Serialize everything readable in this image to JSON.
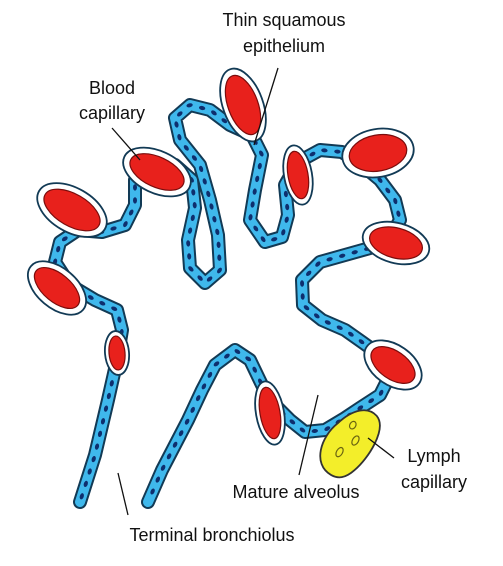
{
  "colors": {
    "epithelium": "#3fb8ec",
    "epithelium_outline": "#123a55",
    "nucleus": "#0e2f6e",
    "blood_capillary": "#e8211c",
    "red_blood_cell_outline": "#7a0d0d",
    "lymph_capillary": "#f3ee2a",
    "label_text": "#111111",
    "leader_line": "#111111",
    "background": "#ffffff"
  },
  "labels": {
    "thin_squamous_line1": "Thin squamous",
    "thin_squamous_line2": "epithelium",
    "blood_capillary_line1": "Blood",
    "blood_capillary_line2": "capillary",
    "lymph_capillary_line1": "Lymph",
    "lymph_capillary_line2": "capillary",
    "mature_alveolus": "Mature alveolus",
    "terminal_bronchiolus": "Terminal bronchiolus"
  },
  "icons": {
    "blood_capillary": "red-capillary-cross-section",
    "lymph_capillary": "yellow-capillary-cross-section",
    "nucleus": "dark-blue-oval"
  }
}
